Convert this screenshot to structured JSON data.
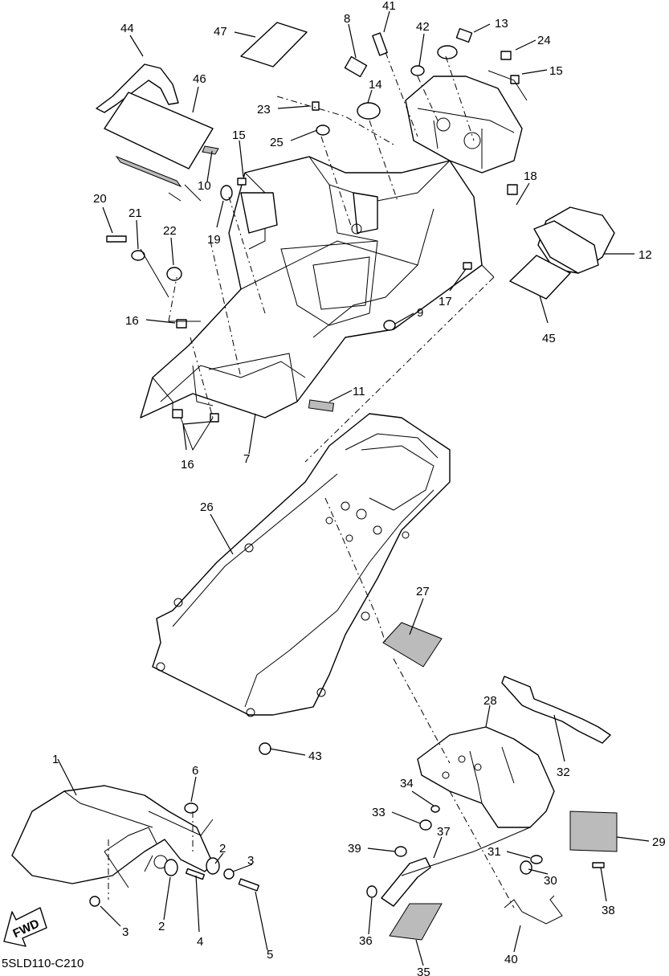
{
  "diagram_code": "5SLD110-C210",
  "fwd_label": "FWD",
  "callouts": [
    "44",
    "47",
    "8",
    "41",
    "42",
    "13",
    "24",
    "15",
    "46",
    "14",
    "23",
    "25",
    "15",
    "18",
    "20",
    "21",
    "22",
    "10",
    "19",
    "12",
    "17",
    "16",
    "9",
    "45",
    "11",
    "16",
    "7",
    "26",
    "27",
    "43",
    "1",
    "6",
    "28",
    "32",
    "2",
    "3",
    "34",
    "33",
    "37",
    "29",
    "39",
    "31",
    "30",
    "38",
    "3",
    "2",
    "4",
    "5",
    "36",
    "35",
    "40"
  ]
}
